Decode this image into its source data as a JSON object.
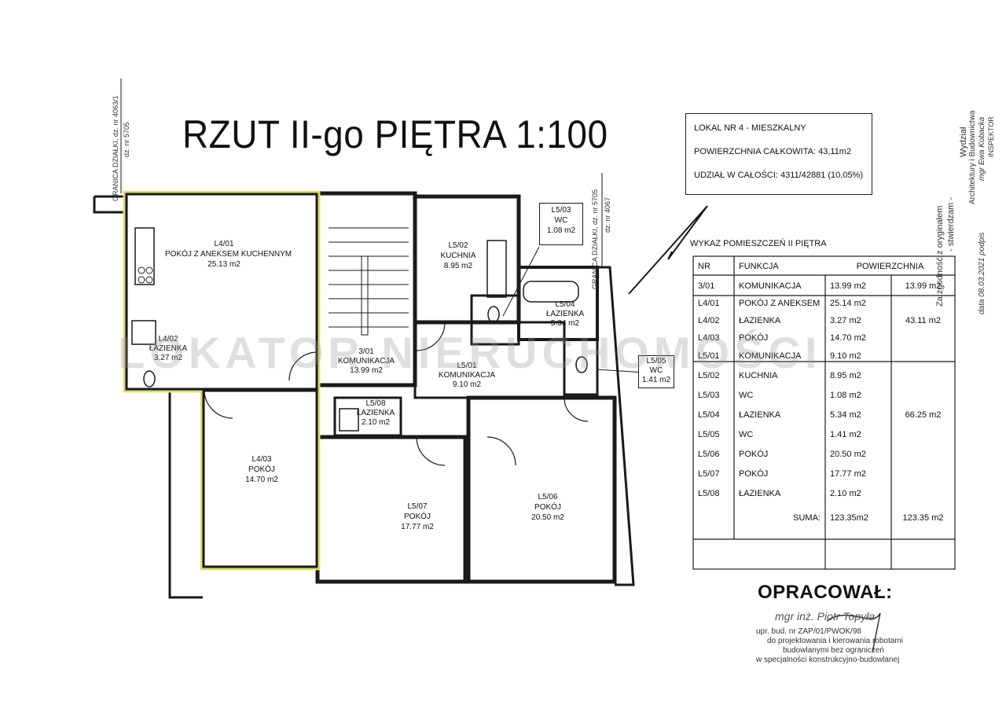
{
  "title": "RZUT II-go PIĘTRA  1:100",
  "info": {
    "line1": "LOKAL NR 4 -  MIESZKALNY",
    "line2": "POWIERZCHNIA CAŁKOWITA:   43,11m2",
    "line3": "UDZIAŁ W CAŁOŚCI:  4311/42881 (10,05%)"
  },
  "boundary_labels": {
    "left_a": "GRANICA DZIAŁKI, dz. nr 4063/1",
    "left_b": "dz. nr 5705",
    "mid_a": "GRANICA DZIAŁKI, dz. nr 5705",
    "mid_b": "dz. nr 4067"
  },
  "rooms": [
    {
      "id": "L4/01",
      "name": "POKÓJ Z ANEKSEM KUCHENNYM",
      "area": "25.13 m2"
    },
    {
      "id": "L4/02",
      "name": "ŁAZIENKA",
      "area": "3.27 m2"
    },
    {
      "id": "L4/03",
      "name": "POKÓJ",
      "area": "14.70 m2"
    },
    {
      "id": "3/01",
      "name": "KOMUNIKACJA",
      "area": "13.99 m2"
    },
    {
      "id": "L5/01",
      "name": "KOMUNIKACJA",
      "area": "9.10 m2"
    },
    {
      "id": "L5/02",
      "name": "KUCHNIA",
      "area": "8.95 m2"
    },
    {
      "id": "L5/03",
      "name": "WC",
      "area": "1.08 m2"
    },
    {
      "id": "L5/04",
      "name": "ŁAZIENKA",
      "area": "5.34 m2"
    },
    {
      "id": "L5/05",
      "name": "WC",
      "area": "1.41 m2"
    },
    {
      "id": "L5/06",
      "name": "POKÓJ",
      "area": "20.50 m2"
    },
    {
      "id": "L5/07",
      "name": "POKÓJ",
      "area": "17.77 m2"
    },
    {
      "id": "L5/08",
      "name": "ŁAZIENKA",
      "area": "2.10 m2"
    }
  ],
  "table": {
    "title": "WYKAZ  POMIESZCZEŃ  II PIĘTRA",
    "headers": {
      "nr": "NR",
      "funkcja": "FUNKCJA",
      "powierzchnia": "POWIERZCHNIA"
    },
    "rows": [
      {
        "nr": "3/01",
        "funkcja": "KOMUNIKACJA",
        "area": "13.99 m2",
        "group": "13.99 m2"
      },
      {
        "nr": "L4/01",
        "funkcja": "POKÓJ Z ANEKSEM",
        "area": "25.14 m2",
        "group": ""
      },
      {
        "nr": "L4/02",
        "funkcja": "ŁAZIENKA",
        "area": "3.27 m2",
        "group": "43.11 m2"
      },
      {
        "nr": "L4/03",
        "funkcja": "POKÓJ",
        "area": "14.70 m2",
        "group": ""
      },
      {
        "nr": "L5/01",
        "funkcja": "KOMUNIKACJA",
        "area": "9.10 m2",
        "group": ""
      },
      {
        "nr": "L5/02",
        "funkcja": "KUCHNIA",
        "area": "8.95 m2",
        "group": ""
      },
      {
        "nr": "L5/03",
        "funkcja": "WC",
        "area": "1.08 m2",
        "group": ""
      },
      {
        "nr": "L5/04",
        "funkcja": "ŁAZIENKA",
        "area": "5.34 m2",
        "group": "66.25 m2"
      },
      {
        "nr": "L5/05",
        "funkcja": "WC",
        "area": "1.41 m2",
        "group": ""
      },
      {
        "nr": "L5/06",
        "funkcja": "POKÓJ",
        "area": "20.50 m2",
        "group": ""
      },
      {
        "nr": "L5/07",
        "funkcja": "POKÓJ",
        "area": "17.77 m2",
        "group": ""
      },
      {
        "nr": "L5/08",
        "funkcja": "ŁAZIENKA",
        "area": "2.10 m2",
        "group": ""
      }
    ],
    "sum_label": "SUMA:",
    "sum_area": "123.35m2",
    "sum_group": "123.35 m2"
  },
  "author": {
    "heading": "OPRACOWAŁ:",
    "name": "mgr inż. Piotr Topyła",
    "line1": "upr. bud. nr ZAP/01/PWOK/98",
    "line2": "do projektowania i kierowania robotami",
    "line3": "budowlanymi bez ograniczeń",
    "line4": "w specjalności konstrukcyjno-budowlanej"
  },
  "stamp": {
    "line1": "Za zgodność z oryginałem",
    "line2": "- stwierdzam -",
    "line3": "Wydział",
    "line4": "Architektury i Budownictwa",
    "line5": "mgr Ewa Kobacka",
    "line6": "INSPEKTOR",
    "line7": "data 08.03.2021 podpis"
  },
  "watermark": "LOKATOR NIERUCHOMOŚCI",
  "colors": {
    "highlight": "#e9ea7a",
    "wall": "#1a1a1a",
    "ink": "#111111"
  }
}
